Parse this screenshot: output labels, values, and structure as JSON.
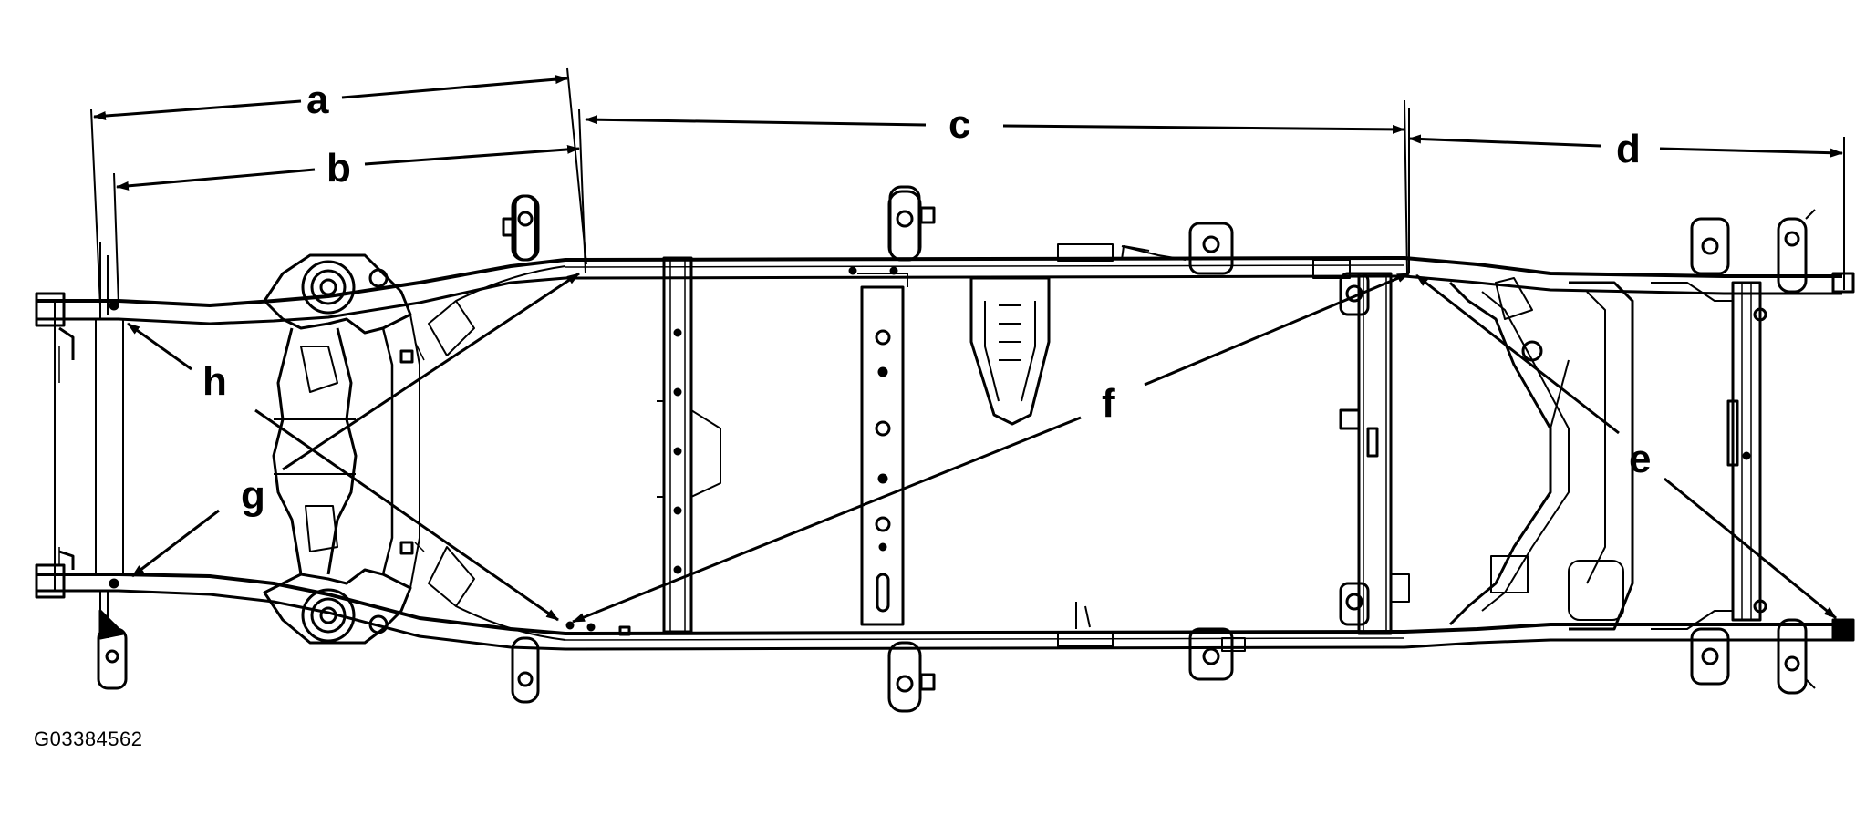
{
  "figure_code": "G03384562",
  "dimension_labels": {
    "a": "a",
    "b": "b",
    "c": "c",
    "d": "d",
    "e": "e",
    "f": "f",
    "g": "g",
    "h": "h"
  },
  "colors": {
    "ink": "#000000",
    "background": "#ffffff"
  }
}
